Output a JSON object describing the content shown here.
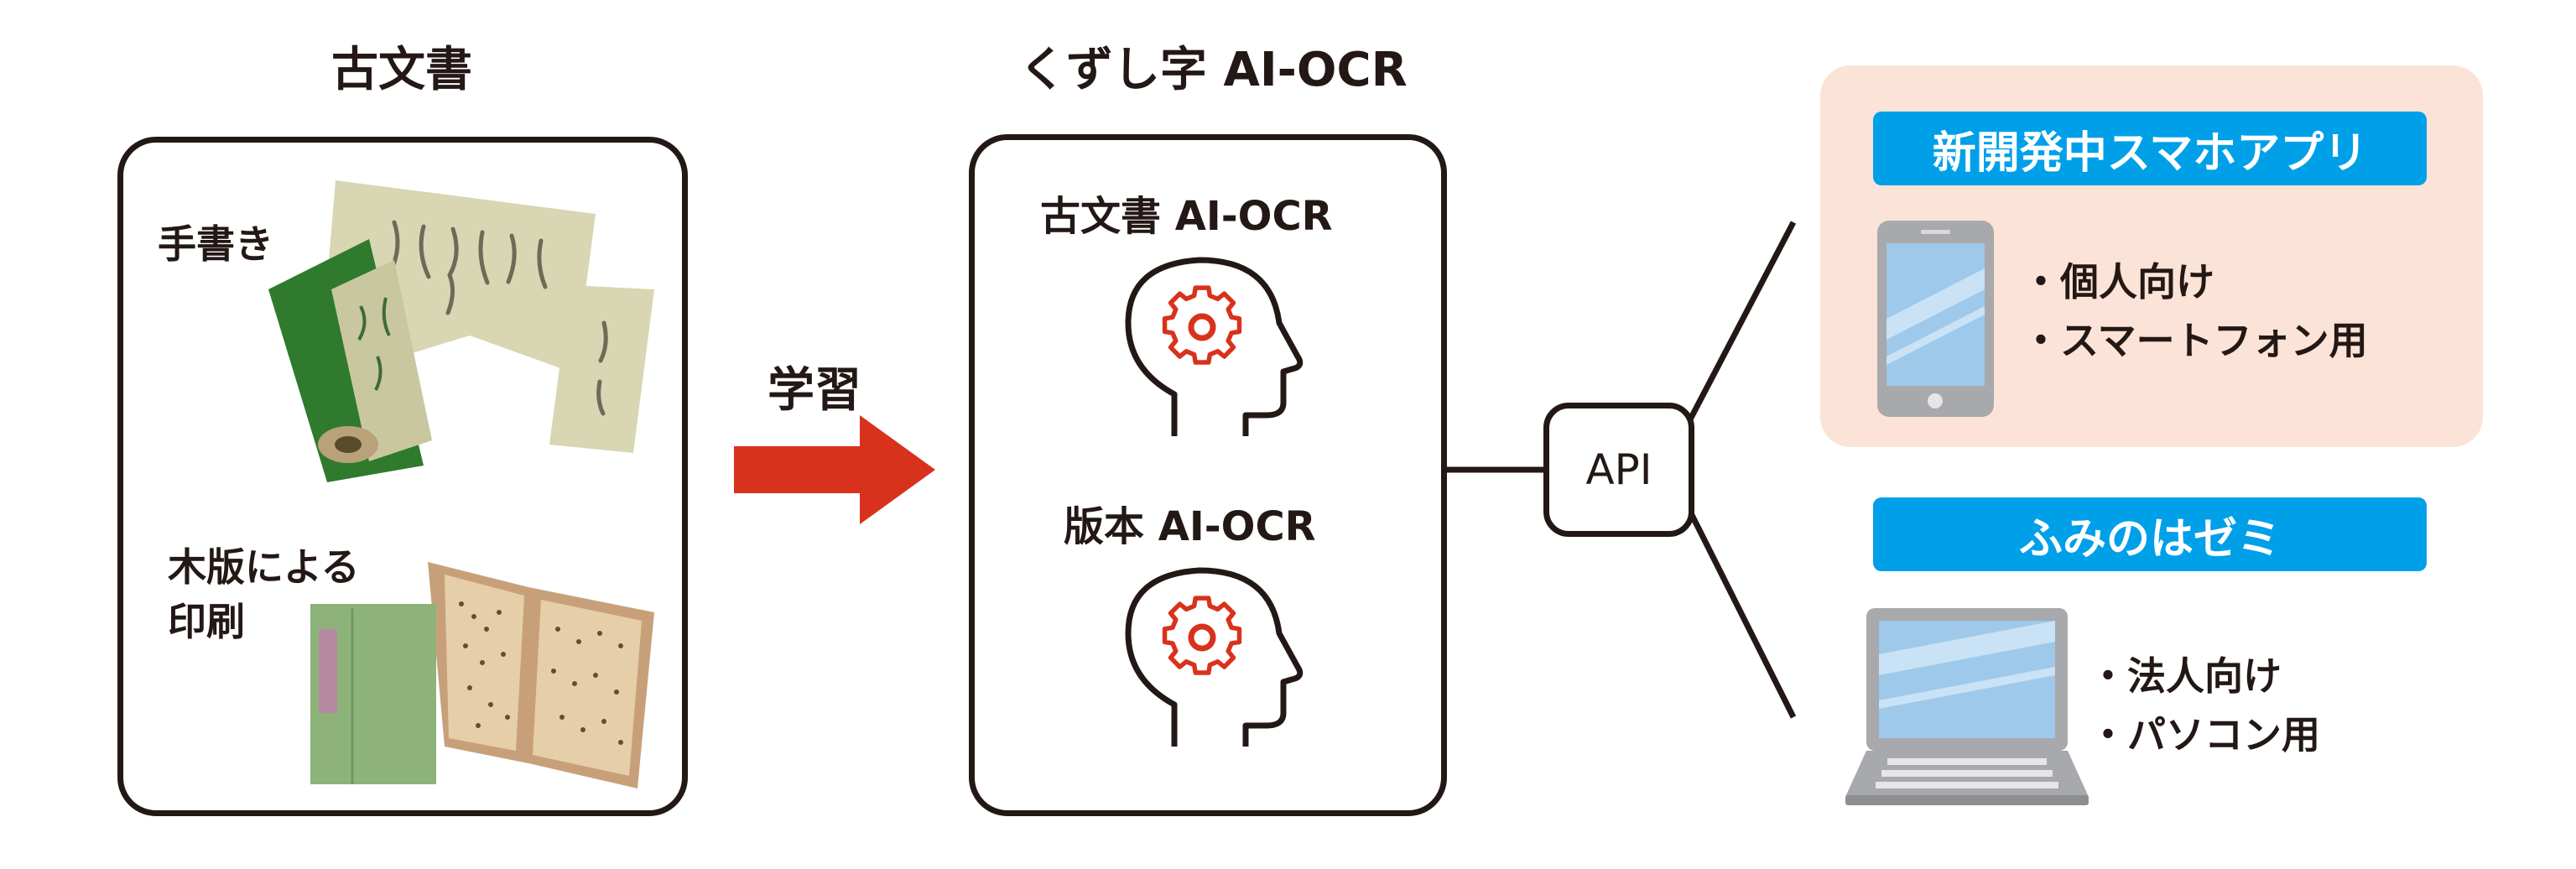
{
  "colors": {
    "ink": "#231815",
    "accent_red": "#d9321c",
    "pill_blue": "#00a0e9",
    "app_bg": "#fbe3d7",
    "scroll_green": "#2f7a2d",
    "book_green": "#8db37a",
    "paper": "#d8d6b3",
    "device_gray": "#a7a9ac",
    "screen_blue": "#9ec9ea"
  },
  "left_panel": {
    "title": "古文書",
    "handwritten_label": "手書き",
    "woodblock_label_line1": "木版による",
    "woodblock_label_line2": "印刷"
  },
  "arrow": {
    "label": "学習"
  },
  "center_panel": {
    "title": "くずし字 AI-OCR",
    "model1_label": "古文書 AI-OCR",
    "model2_label": "版本 AI-OCR"
  },
  "api": {
    "label": "API"
  },
  "app_box": {
    "title": "新開発中スマホアプリ",
    "bullet1": "・個人向け",
    "bullet2": "・スマートフォン用"
  },
  "zemi_box": {
    "title": "ふみのはゼミ",
    "bullet1": "・法人向け",
    "bullet2": "・パソコン用"
  },
  "icons": [
    "scroll-icon",
    "woodblock-book-icon",
    "ai-head-gear-icon",
    "smartphone-icon",
    "laptop-icon",
    "arrow-right-icon"
  ]
}
